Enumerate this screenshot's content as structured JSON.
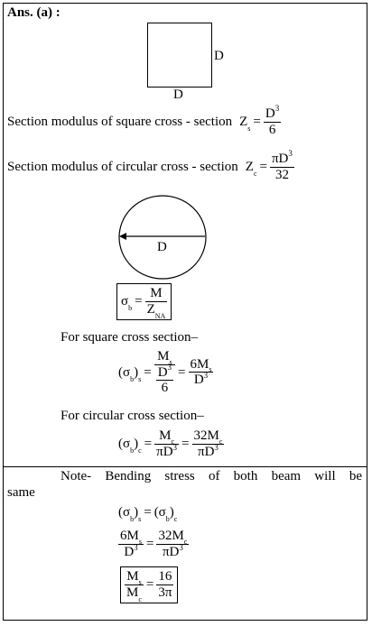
{
  "answer_label": "Ans. (a) :",
  "square_figure": {
    "side_right": "D",
    "side_bottom": "D"
  },
  "square_modulus": {
    "text": "Section modulus of square cross - section",
    "symbol": "Z",
    "sub": "s",
    "num": "D",
    "num_sup": "3",
    "den": "6"
  },
  "circular_modulus": {
    "text": "Section modulus of circular cross - section",
    "symbol": "Z",
    "sub": "c",
    "num": "πD",
    "num_sup": "3",
    "den": "32"
  },
  "circle_figure": {
    "label": "D"
  },
  "bending_formula": {
    "sigma": "σ",
    "sub": "b",
    "num": "M",
    "den": "Z",
    "den_sub": "NA"
  },
  "square_section": {
    "heading": "For square  cross section–",
    "lhs_sub": "b",
    "lhs_outer_sub": "s",
    "frac1_num": "M",
    "frac1_num_sub": "s",
    "frac1_den_num": "D",
    "frac1_den_num_sup": "3",
    "frac1_den_den": "6",
    "frac2_num": "6M",
    "frac2_num_sub": "s",
    "frac2_den": "D",
    "frac2_den_sup": "3"
  },
  "circular_section": {
    "heading": "For circular cross section–",
    "lhs_sub": "b",
    "lhs_outer_sub": "c",
    "frac1_num": "M",
    "frac1_num_sub": "c",
    "frac1_den": "πD",
    "frac1_den_sup": "3",
    "frac2_num": "32M",
    "frac2_num_sub": "c",
    "frac2_den": "πD",
    "frac2_den_sup": "3"
  },
  "note": {
    "line1": "Note- Bending stress of both beam will be",
    "line2": "same"
  },
  "equality": {
    "lhs_sub": "b",
    "lhs_outer": "s",
    "rhs_sub": "b",
    "rhs_outer": "c"
  },
  "ratio_eq": {
    "l_num": "6M",
    "l_num_sub": "s",
    "l_den": "D",
    "l_den_sup": "3",
    "r_num": "32M",
    "r_num_sub": "c",
    "r_den": "πD",
    "r_den_sup": "3"
  },
  "result": {
    "num": "M",
    "num_sub": "s",
    "den": "M",
    "den_sub": "c",
    "r_num": "16",
    "r_den": "3π"
  }
}
